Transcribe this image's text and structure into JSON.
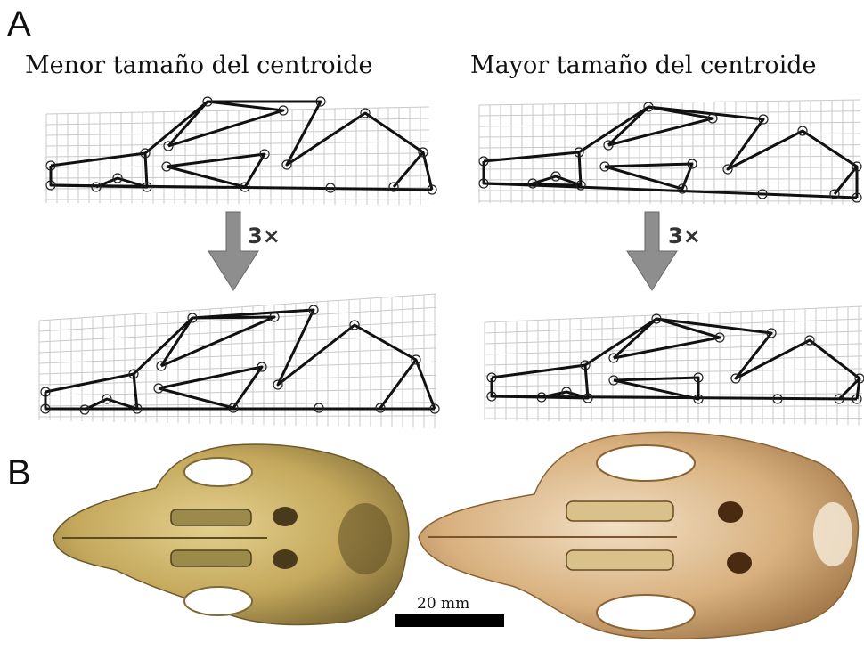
{
  "panel_a": {
    "letter": "A",
    "left_title": "Menor tamaño del centroide",
    "right_title": "Mayor tamaño del centroide",
    "magnification_left": "3×",
    "magnification_right": "3×"
  },
  "panel_b": {
    "letter": "B",
    "scale_bar_label": "20 mm",
    "skull_left_tone": "#b59a52",
    "skull_right_tone": "#c89a63"
  },
  "colors": {
    "arrow": "#8e8e8e",
    "wireframe": "#111111",
    "grid": "#c9c9c9"
  }
}
